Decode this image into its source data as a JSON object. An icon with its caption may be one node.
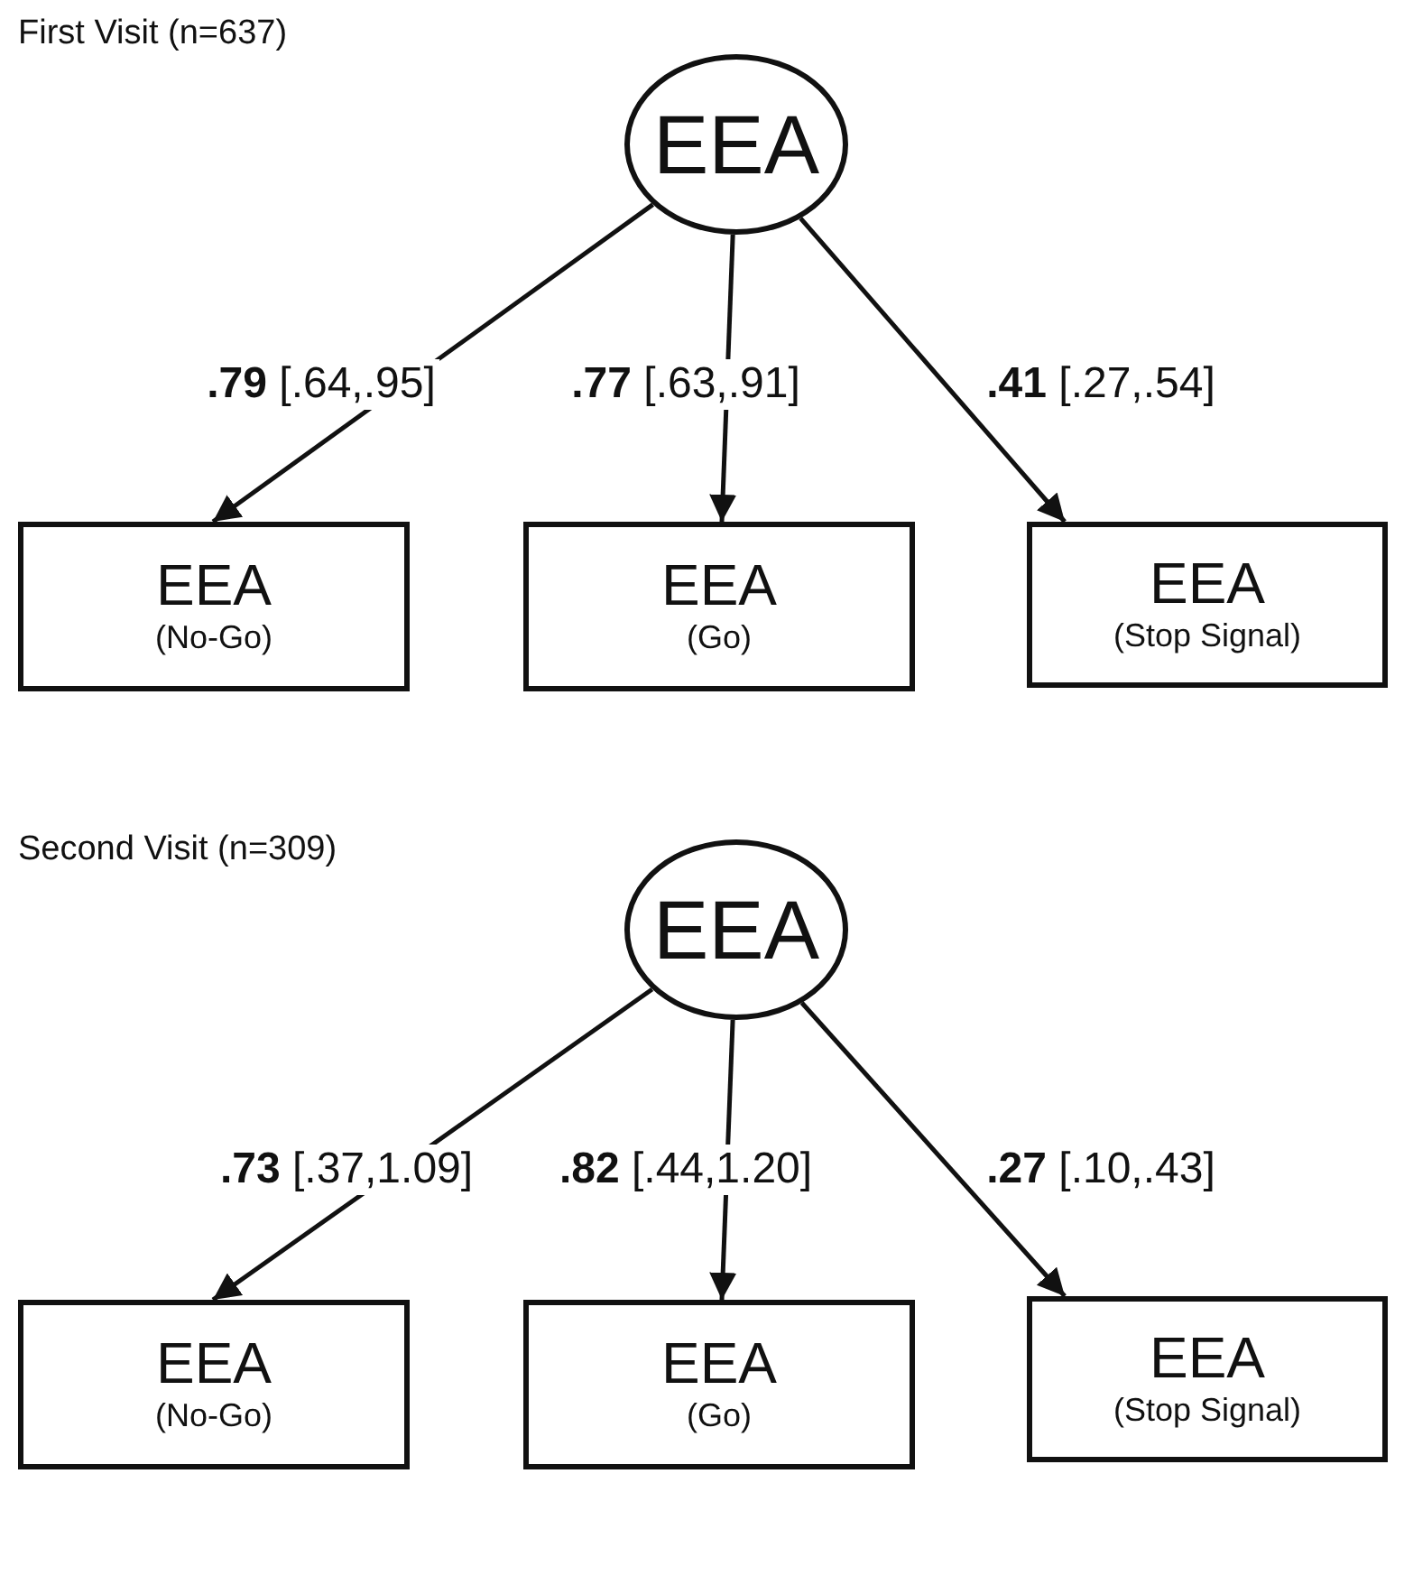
{
  "diagram": {
    "nodes": [
      {
        "text": [
          "EEA"
        ]
      },
      {
        "text": [
          "EEA",
          "(No-Go)"
        ]
      },
      {
        "text": [
          "EEA",
          "(Go)"
        ]
      },
      {
        "text": [
          "EEA",
          "(Stop Signal)"
        ]
      },
      {
        "text": [
          "EEA"
        ]
      },
      {
        "text": [
          "EEA",
          "(No-Go)"
        ]
      },
      {
        "text": [
          "EEA",
          "(Go)"
        ]
      },
      {
        "text": [
          "EEA",
          "(Stop Signal)"
        ]
      }
    ],
    "edges": [
      {
        "from": 0,
        "to": 1,
        "arrow": "to",
        "label": "**.79** [.64,.95]"
      },
      {
        "from": 0,
        "to": 2,
        "arrow": "to",
        "label": "**.77** [.63,.91]"
      },
      {
        "from": 0,
        "to": 3,
        "arrow": "to",
        "label": "**.41** [.27,.54]"
      },
      {
        "from": 4,
        "to": 5,
        "arrow": "to",
        "label": "**.73** [.37,1.09]"
      },
      {
        "from": 4,
        "to": 6,
        "arrow": "to",
        "label": "**.82** [.44,1.20]"
      },
      {
        "from": 4,
        "to": 7,
        "arrow": "to",
        "label": "**.27** [.10,.43]"
      }
    ],
    "labels": [
      "First Visit (n=637)",
      "Second Visit (n=309)"
    ]
  }
}
